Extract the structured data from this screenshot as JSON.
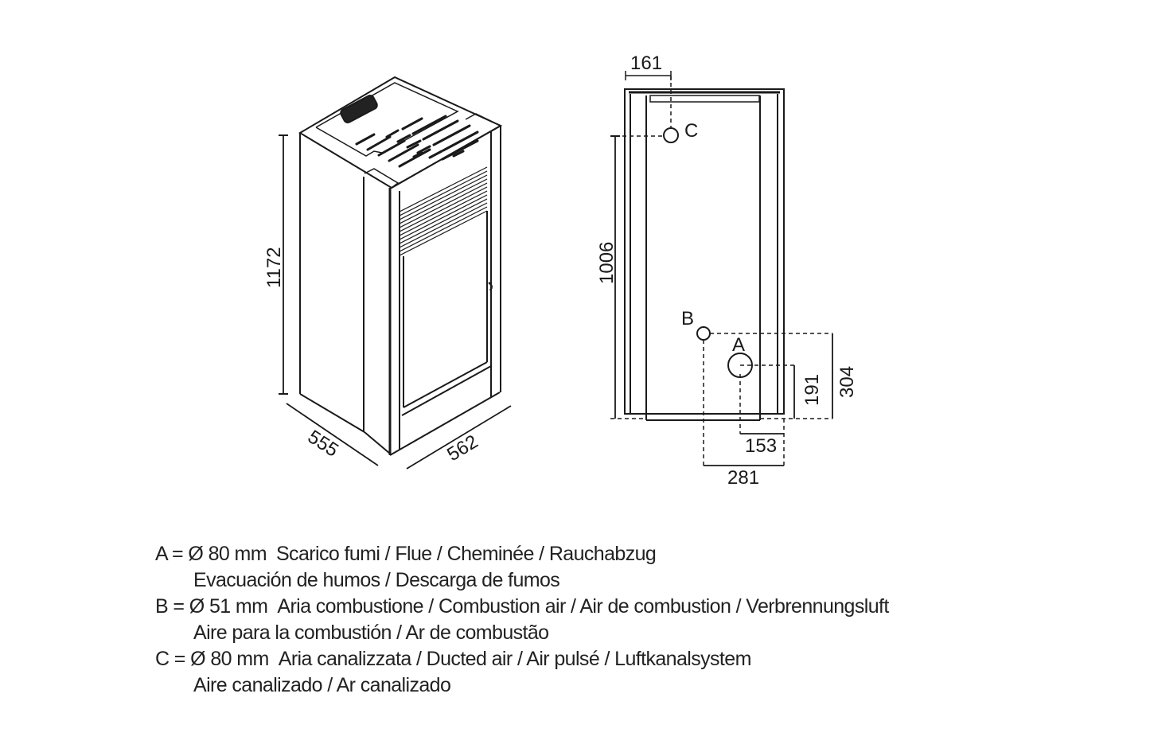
{
  "front_view": {
    "height_label": "1172",
    "depth_label": "555",
    "width_label": "562"
  },
  "back_view": {
    "dim_161": "161",
    "dim_1006": "1006",
    "dim_304": "304",
    "dim_191": "191",
    "dim_153": "153",
    "dim_281": "281",
    "marker_a": "A",
    "marker_b": "B",
    "marker_c": "C"
  },
  "legend": [
    {
      "key": "A = Ø 80 mm",
      "line1": "Scarico fumi / Flue / Cheminée / Rauchabzug",
      "line2": "Evacuación de humos / Descarga de fumos"
    },
    {
      "key": "B = Ø 51 mm",
      "line1": "Aria combustione / Combustion air / Air de combustion / Verbrennungsluft",
      "line2": "Aire para la combustión / Ar de combustão"
    },
    {
      "key": "C = Ø 80 mm",
      "line1": "Aria canalizzata / Ducted air / Air pulsé / Luftkanalsystem",
      "line2": "Aire canalizado / Ar canalizado"
    }
  ]
}
